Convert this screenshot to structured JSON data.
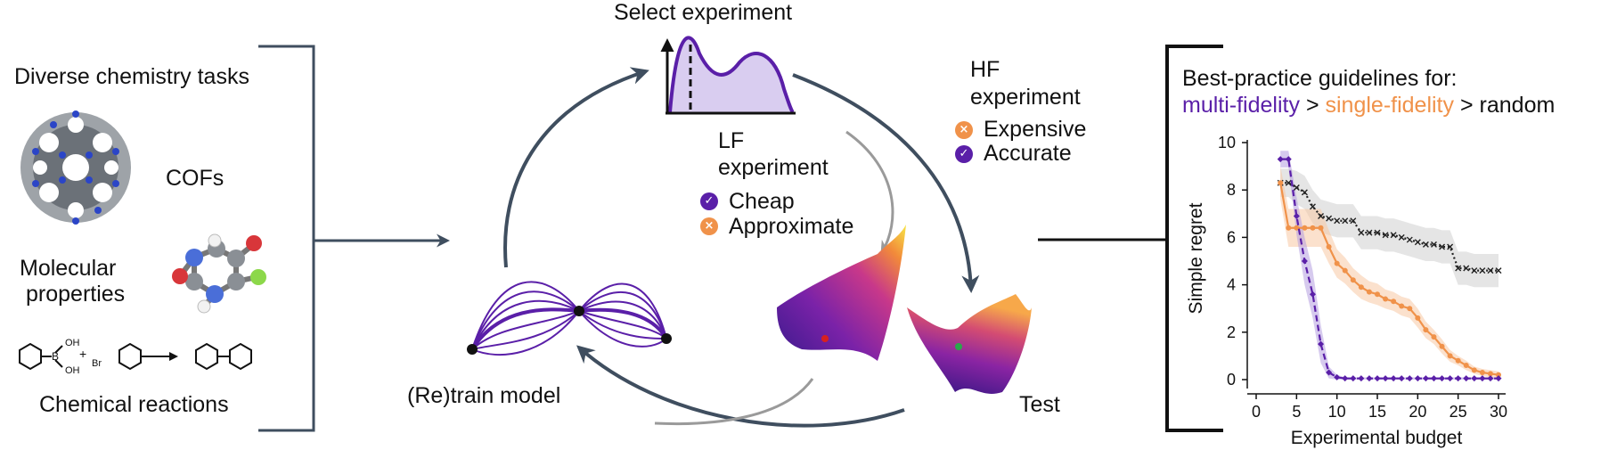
{
  "left_panel": {
    "title": "Diverse chemistry tasks",
    "cofs_label": "COFs",
    "molecular_label_line1": "Molecular",
    "molecular_label_line2": "properties",
    "reactions_label": "Chemical reactions",
    "reaction_oh_top": "OH",
    "reaction_oh_bottom": "OH",
    "reaction_b": "B",
    "reaction_plus": "+",
    "reaction_br": "Br"
  },
  "cycle": {
    "select_title": "Select experiment",
    "retrain_label": "(Re)train model",
    "test_label": "Test",
    "lf_line1": "LF",
    "lf_line2": "experiment",
    "lf_pro": "Cheap",
    "lf_con": "Approximate",
    "hf_line1": "HF",
    "hf_line2": "experiment",
    "hf_con": "Expensive",
    "hf_pro": "Accurate",
    "check_icon": "check-icon",
    "cross_icon": "cross-icon"
  },
  "right_panel": {
    "title": "Best-practice guidelines for:",
    "legend_multi": "multi-fidelity",
    "legend_gt1": ">",
    "legend_single": "single-fidelity",
    "legend_gt2": ">",
    "legend_random": "random"
  },
  "colors": {
    "purple": "#5a1fa8",
    "orange": "#f0924a",
    "random": "#222222",
    "arrow": "#3f4e5f",
    "arrow_light": "#9a9a9a"
  },
  "chart_data": {
    "type": "line",
    "xlabel": "Experimental budget",
    "ylabel": "Simple regret",
    "xlim": [
      0,
      30
    ],
    "ylim": [
      0,
      10
    ],
    "xticks": [
      0,
      5,
      10,
      15,
      20,
      25,
      30
    ],
    "yticks": [
      0,
      2,
      4,
      6,
      8,
      10
    ],
    "grid": false,
    "series": [
      {
        "name": "multi-fidelity",
        "color": "#5a1fa8",
        "x": [
          3,
          4,
          5,
          6,
          7,
          8,
          9,
          10,
          11,
          12,
          13,
          14,
          15,
          16,
          17,
          18,
          19,
          20,
          21,
          22,
          23,
          24,
          25,
          26,
          27,
          28,
          29,
          30
        ],
        "y": [
          9.3,
          9.3,
          6.9,
          5.0,
          3.6,
          1.5,
          0.3,
          0.1,
          0.05,
          0.05,
          0.05,
          0.05,
          0.05,
          0.05,
          0.05,
          0.05,
          0.05,
          0.05,
          0.05,
          0.05,
          0.05,
          0.05,
          0.05,
          0.05,
          0.05,
          0.05,
          0.05,
          0.05
        ],
        "band": [
          0.35,
          0.35,
          0.8,
          1.0,
          1.0,
          0.8,
          0.25,
          0.1,
          0.05,
          0.05,
          0.05,
          0.05,
          0.05,
          0.05,
          0.05,
          0.05,
          0.05,
          0.05,
          0.05,
          0.05,
          0.05,
          0.05,
          0.05,
          0.05,
          0.05,
          0.05,
          0.05,
          0.05
        ]
      },
      {
        "name": "single-fidelity",
        "color": "#f0924a",
        "x": [
          3,
          4,
          5,
          6,
          7,
          8,
          9,
          10,
          11,
          12,
          13,
          14,
          15,
          16,
          17,
          18,
          19,
          20,
          21,
          22,
          23,
          24,
          25,
          26,
          27,
          28,
          29,
          30
        ],
        "y": [
          8.3,
          6.4,
          6.4,
          6.4,
          6.4,
          6.4,
          5.6,
          4.9,
          4.6,
          4.2,
          3.9,
          3.7,
          3.6,
          3.4,
          3.3,
          3.1,
          3.0,
          2.6,
          2.1,
          1.8,
          1.4,
          1.0,
          0.8,
          0.6,
          0.4,
          0.3,
          0.25,
          0.2
        ],
        "band": [
          0.7,
          0.8,
          0.8,
          0.8,
          0.8,
          0.8,
          0.7,
          0.6,
          0.55,
          0.5,
          0.5,
          0.45,
          0.45,
          0.4,
          0.4,
          0.4,
          0.4,
          0.4,
          0.35,
          0.3,
          0.3,
          0.25,
          0.2,
          0.2,
          0.15,
          0.15,
          0.15,
          0.15
        ]
      },
      {
        "name": "random",
        "color": "#222222",
        "x": [
          3,
          4,
          5,
          6,
          7,
          8,
          9,
          10,
          11,
          12,
          13,
          14,
          15,
          16,
          17,
          18,
          19,
          20,
          21,
          22,
          23,
          24,
          25,
          26,
          27,
          28,
          29,
          30
        ],
        "y": [
          8.3,
          8.3,
          8.1,
          7.9,
          7.3,
          6.9,
          6.8,
          6.7,
          6.7,
          6.7,
          6.2,
          6.2,
          6.2,
          6.1,
          6.1,
          6.0,
          5.9,
          5.8,
          5.7,
          5.7,
          5.6,
          5.6,
          4.7,
          4.7,
          4.6,
          4.6,
          4.6,
          4.6
        ],
        "band": [
          0.6,
          0.6,
          0.7,
          0.7,
          0.7,
          0.7,
          0.7,
          0.7,
          0.7,
          0.7,
          0.7,
          0.7,
          0.7,
          0.7,
          0.7,
          0.7,
          0.7,
          0.7,
          0.7,
          0.7,
          0.7,
          0.7,
          0.7,
          0.7,
          0.7,
          0.7,
          0.7,
          0.7
        ]
      }
    ]
  }
}
